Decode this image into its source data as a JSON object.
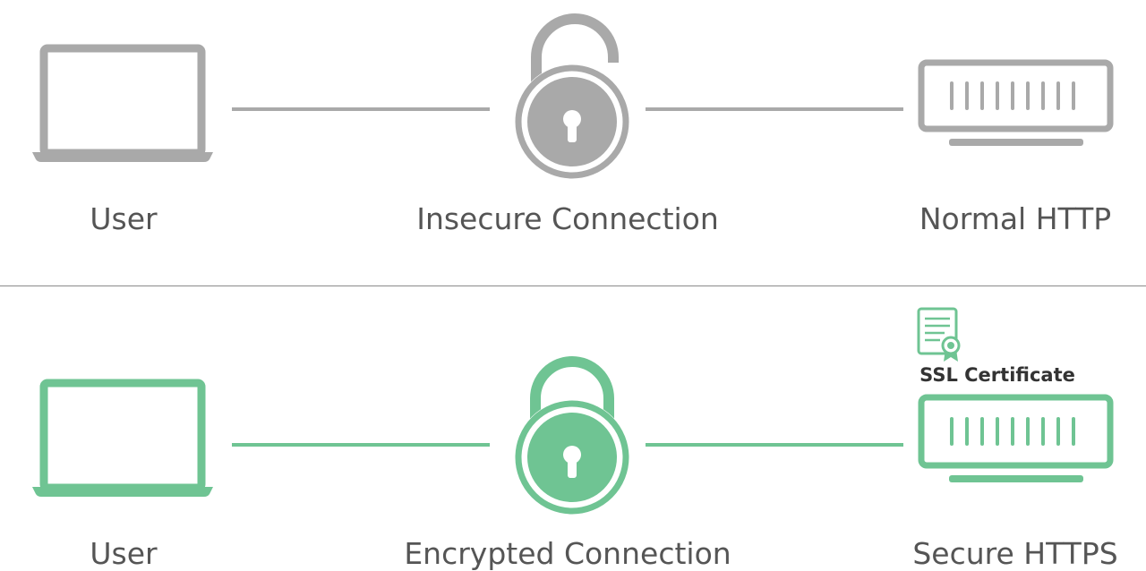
{
  "colors": {
    "insecure": "#a9a9a9",
    "secure": "#6fc493",
    "text": "#555555",
    "divider": "#8a8a8a"
  },
  "rows": [
    {
      "id": "insecure",
      "user_label": "User",
      "connection_label": "Insecure Connection",
      "server_label": "Normal HTTP",
      "lock_state": "open",
      "icons": [
        "laptop-icon",
        "open-padlock-icon",
        "server-icon"
      ]
    },
    {
      "id": "secure",
      "user_label": "User",
      "connection_label": "Encrypted Connection",
      "server_label": "Secure HTTPS",
      "lock_state": "closed",
      "certificate_label": "SSL Certificate",
      "icons": [
        "laptop-icon",
        "closed-padlock-icon",
        "certificate-icon",
        "server-icon"
      ]
    }
  ]
}
